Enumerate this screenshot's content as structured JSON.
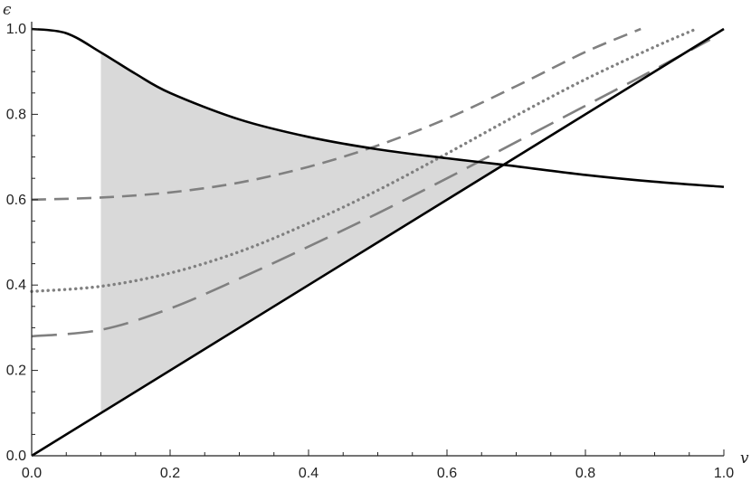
{
  "chart_data": {
    "type": "line",
    "xlabel": "v",
    "ylabel": "ϵ",
    "xlim": [
      0,
      1
    ],
    "ylim": [
      0,
      1
    ],
    "xticks": [
      "0.0",
      "0.2",
      "0.4",
      "0.6",
      "0.8",
      "1.0"
    ],
    "yticks": [
      "0.0",
      "0.2",
      "0.4",
      "0.6",
      "0.8",
      "1.0"
    ],
    "grid": false,
    "shaded_region": {
      "x_from": 0.1,
      "x_to": 0.68,
      "lower": "line eps = v",
      "upper": "decreasing black curve",
      "color": "#d9d9d9"
    },
    "series": [
      {
        "style": "solid",
        "color": "#000000",
        "x": [
          0,
          0.05,
          0.1,
          0.15,
          0.2,
          0.3,
          0.4,
          0.5,
          0.6,
          0.68,
          0.8,
          0.9,
          1.0
        ],
        "y": [
          1.0,
          0.99,
          0.945,
          0.895,
          0.85,
          0.788,
          0.747,
          0.718,
          0.697,
          0.682,
          0.658,
          0.642,
          0.63
        ]
      },
      {
        "style": "solid",
        "color": "#000000",
        "x": [
          0,
          1
        ],
        "y": [
          0,
          1
        ]
      },
      {
        "style": "dashed",
        "color": "#808080",
        "x": [
          0,
          0.1,
          0.2,
          0.3,
          0.4,
          0.5,
          0.6,
          0.7,
          0.8,
          0.88
        ],
        "y": [
          0.6,
          0.605,
          0.617,
          0.64,
          0.677,
          0.727,
          0.79,
          0.866,
          0.946,
          1.0
        ]
      },
      {
        "style": "dotted",
        "color": "#808080",
        "x": [
          0,
          0.1,
          0.2,
          0.3,
          0.4,
          0.5,
          0.6,
          0.7,
          0.8,
          0.9,
          0.96
        ],
        "y": [
          0.385,
          0.397,
          0.428,
          0.478,
          0.545,
          0.622,
          0.708,
          0.797,
          0.882,
          0.958,
          1.0
        ]
      },
      {
        "style": "long-dashed",
        "color": "#808080",
        "x": [
          0,
          0.1,
          0.2,
          0.3,
          0.4,
          0.5,
          0.6,
          0.7,
          0.8,
          0.9,
          0.98
        ],
        "y": [
          0.28,
          0.295,
          0.345,
          0.415,
          0.49,
          0.568,
          0.65,
          0.735,
          0.82,
          0.905,
          0.975
        ]
      }
    ]
  }
}
